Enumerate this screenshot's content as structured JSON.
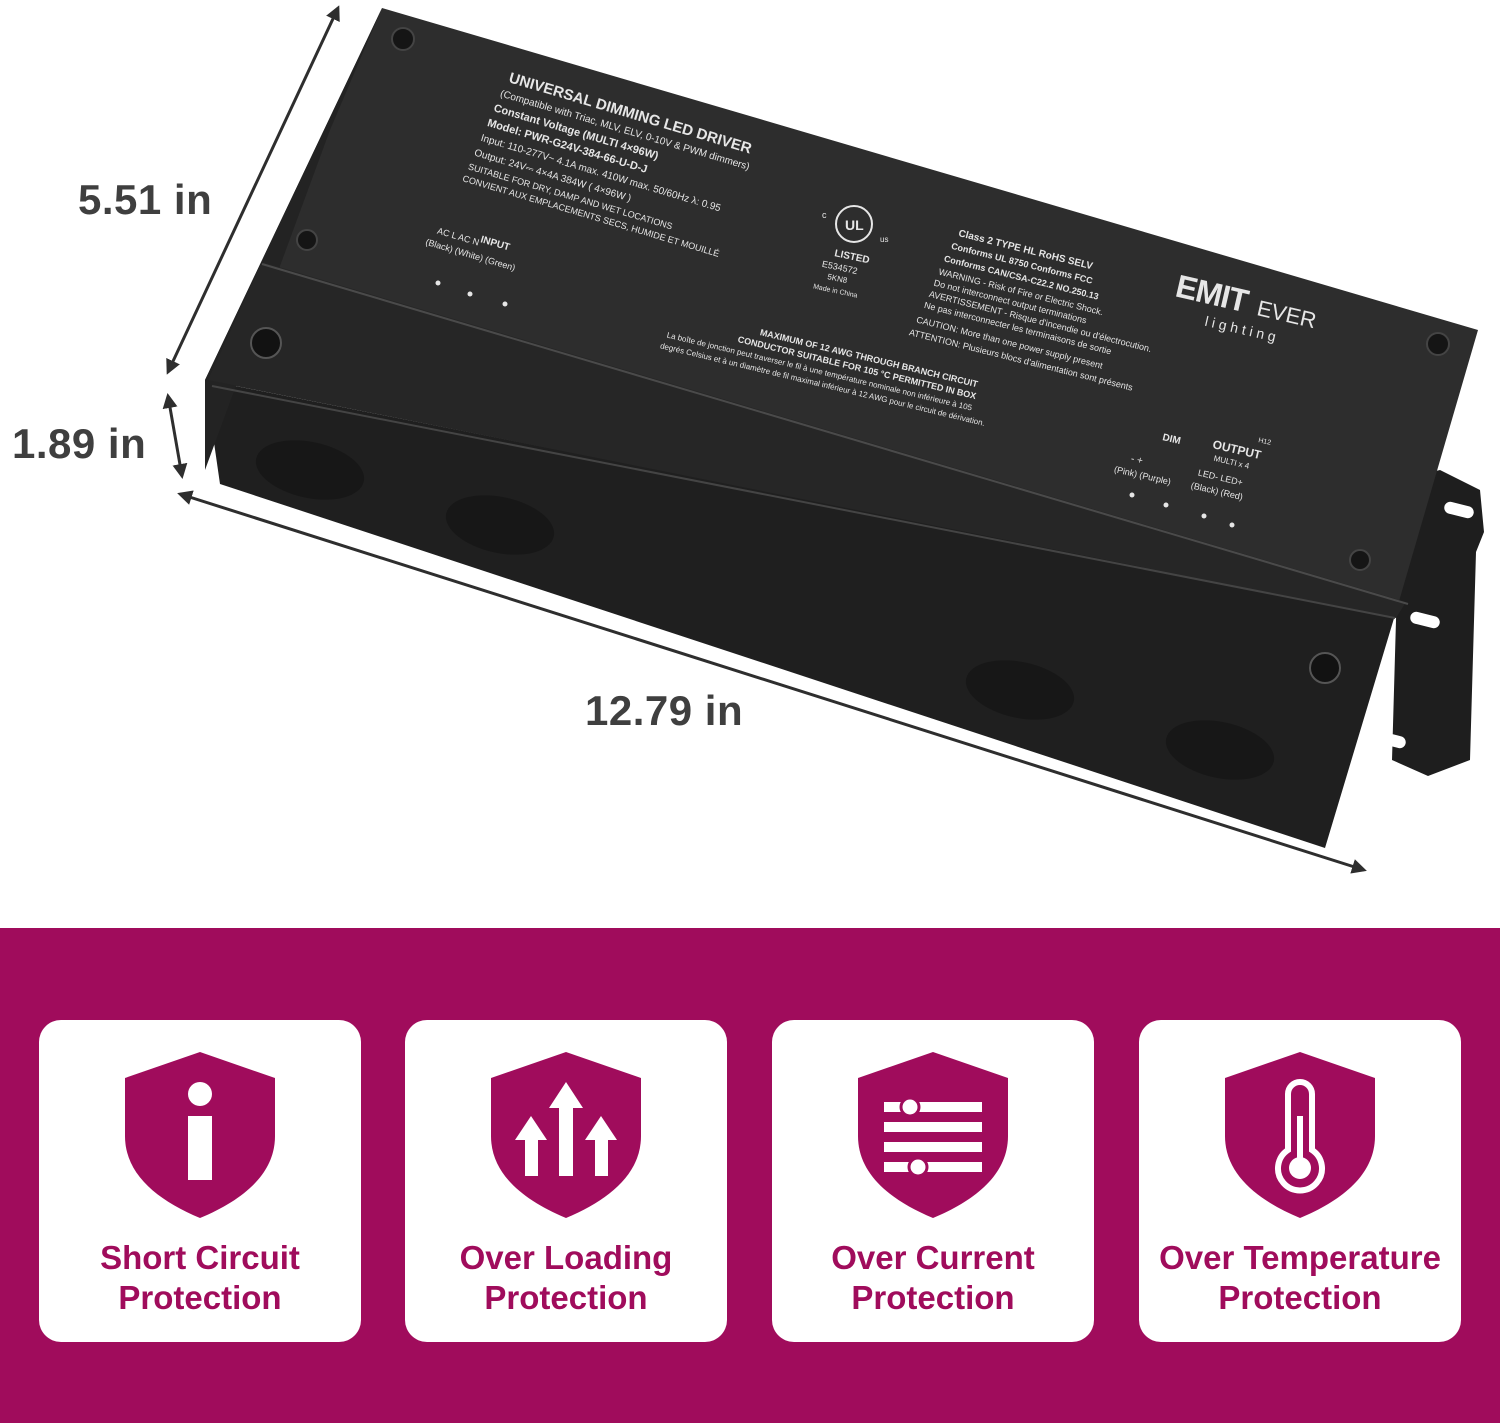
{
  "dimensions": {
    "width": "5.51 in",
    "height": "1.89 in",
    "length": "12.79 in"
  },
  "product": {
    "title": "UNIVERSAL DIMMING LED DRIVER",
    "compat": "(Compatible with Triac, MLV, ELV, 0-10V & PWM dimmers)",
    "voltage": "Constant Voltage (MULTI 4×96W)",
    "model": "Model: PWR-G24V-384-66-U-D-J",
    "input": "Input: 110-277V~ 4.1A max.  410W max.  50/60Hz  λ: 0.95",
    "output": "Output: 24V⎓ 4×4A  384W ( 4×96W )",
    "locations_en": "SUITABLE FOR DRY, DAMP AND WET LOCATIONS",
    "locations_fr": "CONVIENT AUX EMPLACEMENTS SECS, HUMIDE ET MOUILLÉ",
    "input_header": "INPUT",
    "input_terms": "AC L   AC N",
    "input_colors": "(Black) (White) (Green)",
    "ul_listed": "LISTED",
    "ul_number": "E534572",
    "ul_code": "5KN8",
    "made_in": "Made in China",
    "cert_1": "Class 2   TYPE HL   RoHS   SELV",
    "cert_2": "Conforms UL 8750   Conforms FCC",
    "cert_3": "Conforms CAN/CSA-C22.2 NO.250.13",
    "warn_1": "WARNING - Risk of Fire or Electric Shock.",
    "warn_2": "Do not interconnect output terminations",
    "warn_3": "AVERTISSEMENT - Risque d'incendie ou d'électrocution.",
    "warn_4": "Ne pas interconnecter les terminaisons de sortie",
    "warn_5": "CAUTION: More than one power supply present",
    "warn_6": "ATTENTION: Plusieurs blocs d'alimentation sont présents",
    "brand_main": "EMIT",
    "brand_suffix": "EVER",
    "brand_sub": "lighting",
    "cover_1": "MAXIMUM OF 12 AWG THROUGH BRANCH CIRCUIT",
    "cover_2": "CONDUCTOR SUITABLE FOR 105 °C PERMITTED IN BOX",
    "cover_3": "La boîte de jonction peut traverser le fil à une température nominale non inférieure à 105",
    "cover_4": "degrés Celsius et à un diamètre de fil maximal inférieur à 12 AWG pour le circuit de dérivation.",
    "dim_header": "DIM",
    "dim_terms": "-     +",
    "dim_colors": "(Pink) (Purple)",
    "output_header": "OUTPUT",
    "output_multi": "MULTI x 4",
    "output_terms": "LED-   LED+",
    "output_colors": "(Black) (Red)",
    "lot": "H12"
  },
  "features": [
    {
      "icon": "info-icon",
      "line1": "Short Circuit",
      "line2": "Protection"
    },
    {
      "icon": "arrows-up-icon",
      "line1": "Over Loading",
      "line2": "Protection"
    },
    {
      "icon": "sliders-icon",
      "line1": "Over Current",
      "line2": "Protection"
    },
    {
      "icon": "thermometer-icon",
      "line1": "Over Temperature",
      "line2": "Protection"
    }
  ],
  "colors": {
    "band": "#a00c5c",
    "card": "#ffffff",
    "housing": "#2b2b2b",
    "dimension_text": "#3f3f3f"
  }
}
